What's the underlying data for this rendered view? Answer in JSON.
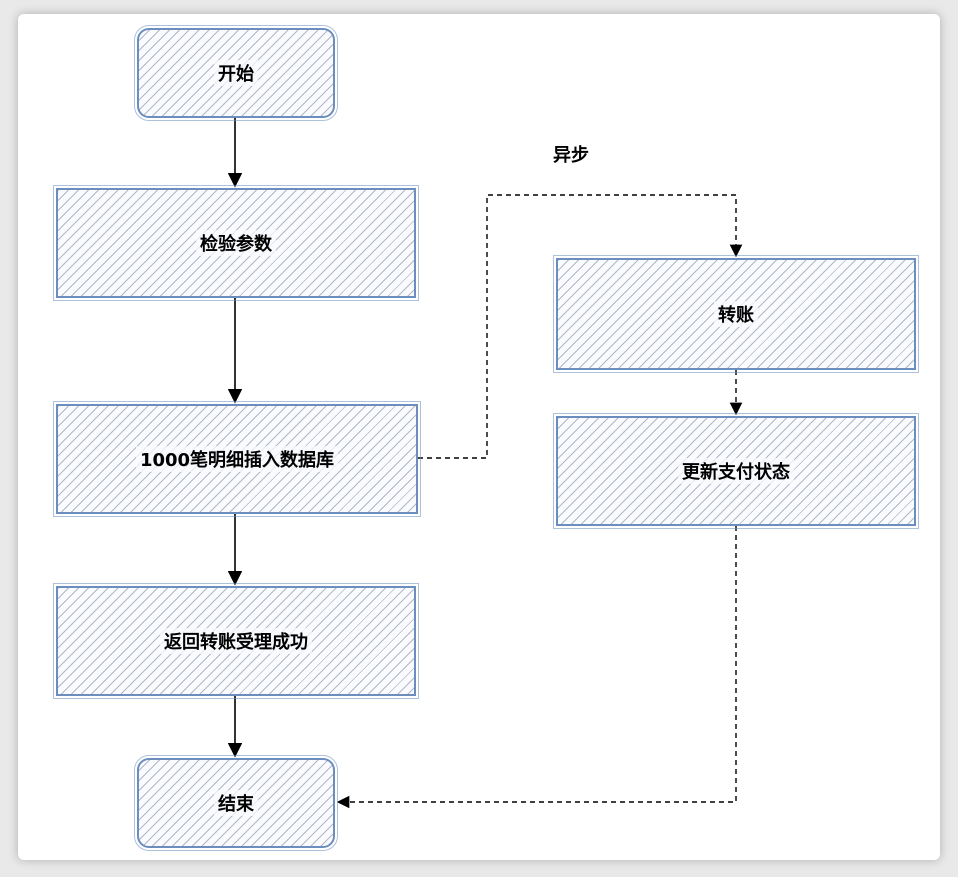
{
  "nodes": {
    "start": "开始",
    "validate": "检验参数",
    "insert": "1000笔明细插入数据库",
    "return_success": "返回转账受理成功",
    "end": "结束",
    "transfer": "转账",
    "update_status": "更新支付状态"
  },
  "labels": {
    "async": "异步"
  },
  "colors": {
    "node_border": "#6c8ebf",
    "hatch": "#788096",
    "edge": "#000000"
  }
}
